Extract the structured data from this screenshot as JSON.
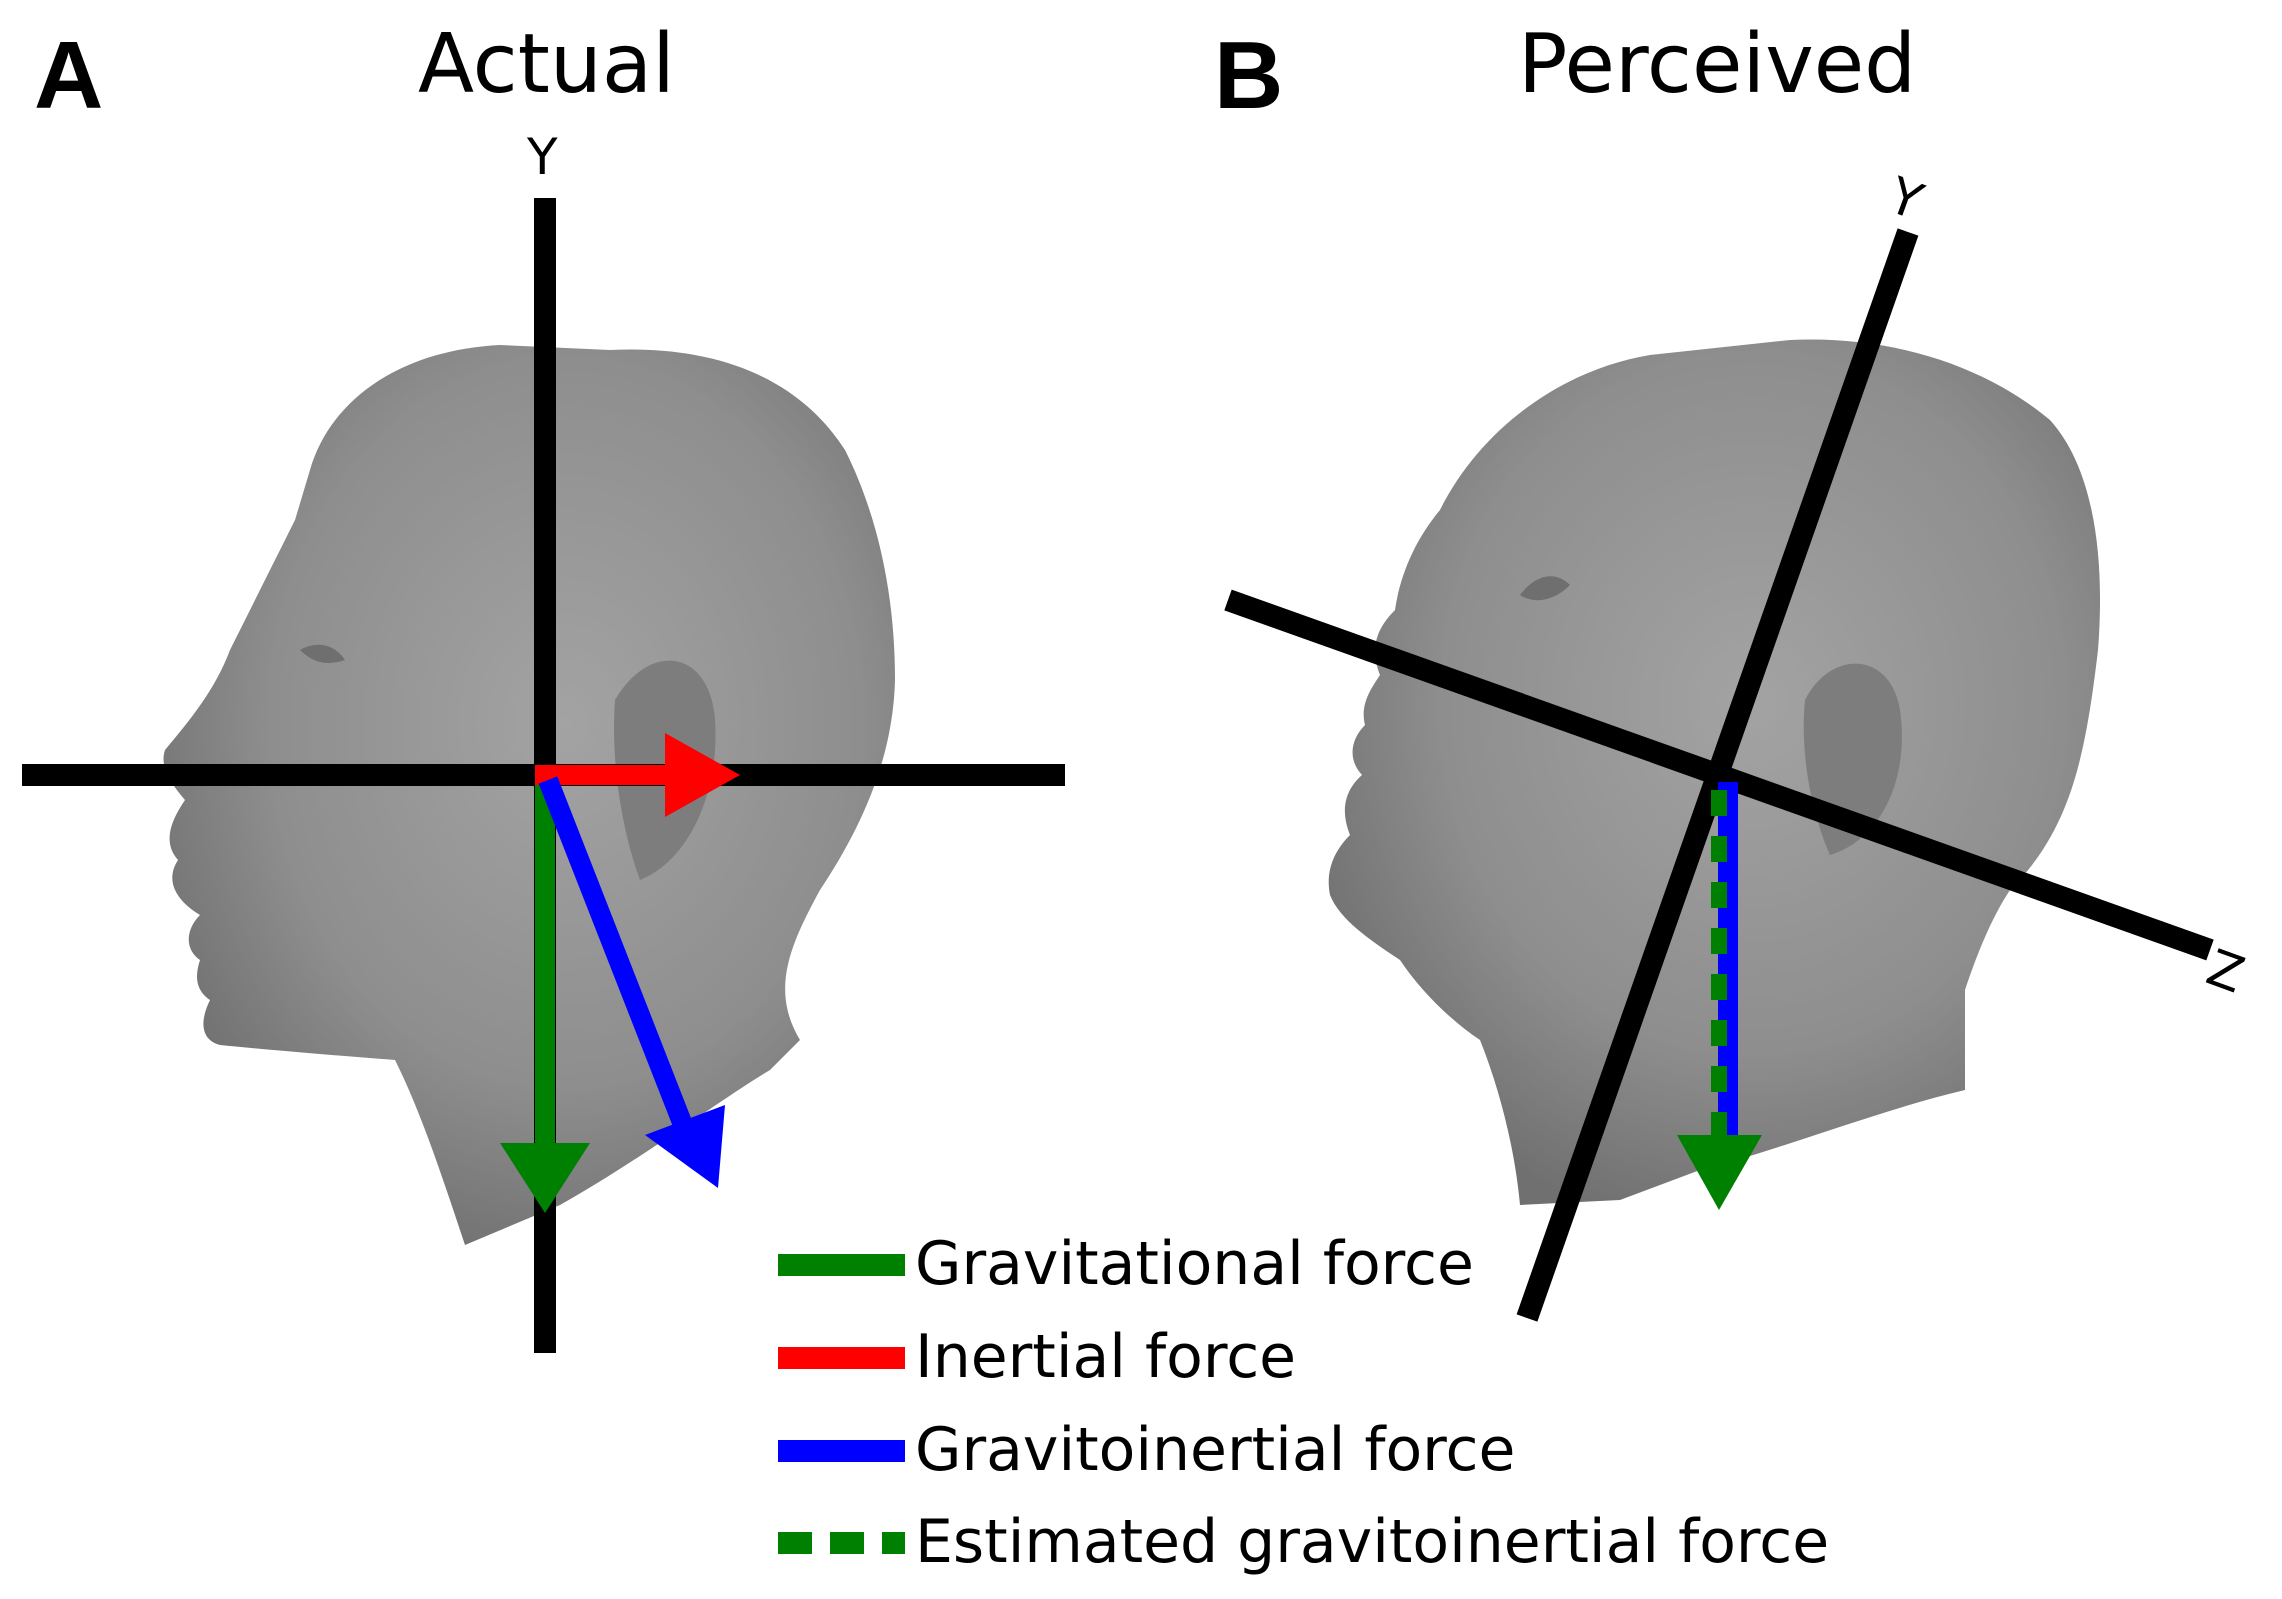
{
  "panels": [
    {
      "letter": "A",
      "title": "Actual",
      "axes": {
        "y": "Y"
      }
    },
    {
      "letter": "B",
      "title": "Perceived",
      "axes": {
        "y": "Y",
        "z": "Z"
      }
    }
  ],
  "legend": [
    {
      "label": "Gravitational force",
      "color": "#008000",
      "style": "solid"
    },
    {
      "label": "Inertial force",
      "color": "#ff0000",
      "style": "solid"
    },
    {
      "label": "Gravitoinertial force",
      "color": "#0000ff",
      "style": "solid"
    },
    {
      "label": "Estimated gravitoinertial force",
      "color": "#008000",
      "style": "dashed"
    }
  ],
  "colors": {
    "axis": "#000000",
    "head": "#8c8c8c"
  }
}
